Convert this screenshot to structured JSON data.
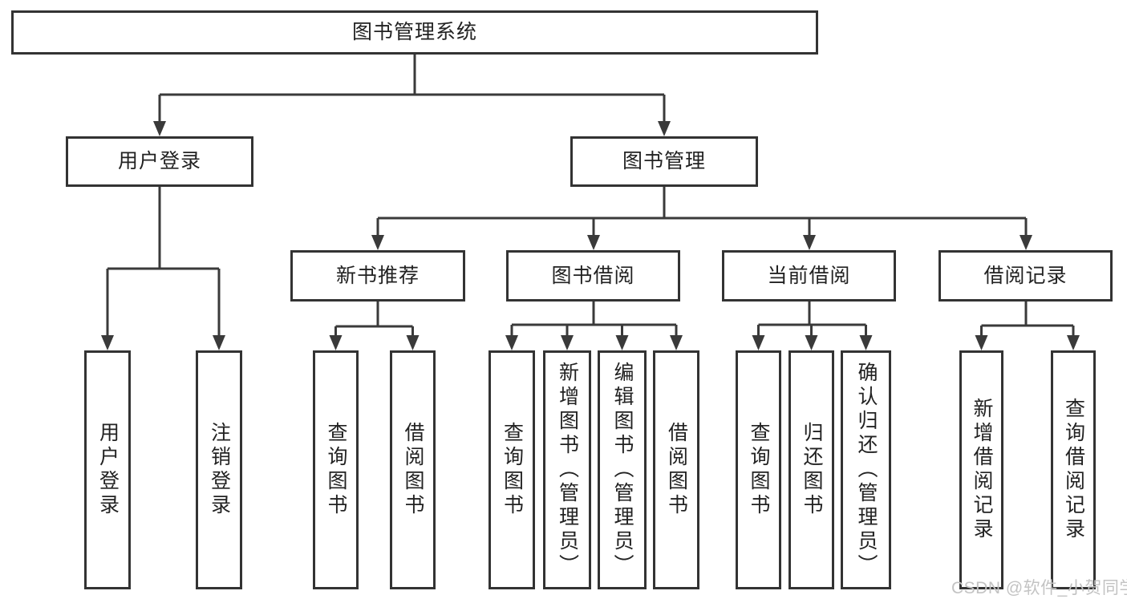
{
  "colors": {
    "line": "#3a3a3a",
    "box_border": "#333333",
    "text": "#222222",
    "watermark_color": "#c3c3c3",
    "background": "#ffffff"
  },
  "tree": {
    "root": {
      "label": "图书管理系统"
    },
    "branches": [
      {
        "label": "用户登录",
        "children": [
          {
            "label": "用户登录"
          },
          {
            "label": "注销登录"
          }
        ]
      },
      {
        "label": "图书管理",
        "children": [
          {
            "label": "新书推荐",
            "children": [
              {
                "label": "查询图书"
              },
              {
                "label": "借阅图书"
              }
            ]
          },
          {
            "label": "图书借阅",
            "children": [
              {
                "label": "查询图书"
              },
              {
                "label": "新增图书（管理员）"
              },
              {
                "label": "编辑图书（管理员）"
              },
              {
                "label": "借阅图书"
              }
            ]
          },
          {
            "label": "当前借阅",
            "children": [
              {
                "label": "查询图书"
              },
              {
                "label": "归还图书"
              },
              {
                "label": "确认归还（管理员）"
              }
            ]
          },
          {
            "label": "借阅记录",
            "children": [
              {
                "label": "新增借阅记录"
              },
              {
                "label": "查询借阅记录"
              }
            ]
          }
        ]
      }
    ]
  },
  "watermark": {
    "text": "CSDN @软件_小贺同学"
  }
}
